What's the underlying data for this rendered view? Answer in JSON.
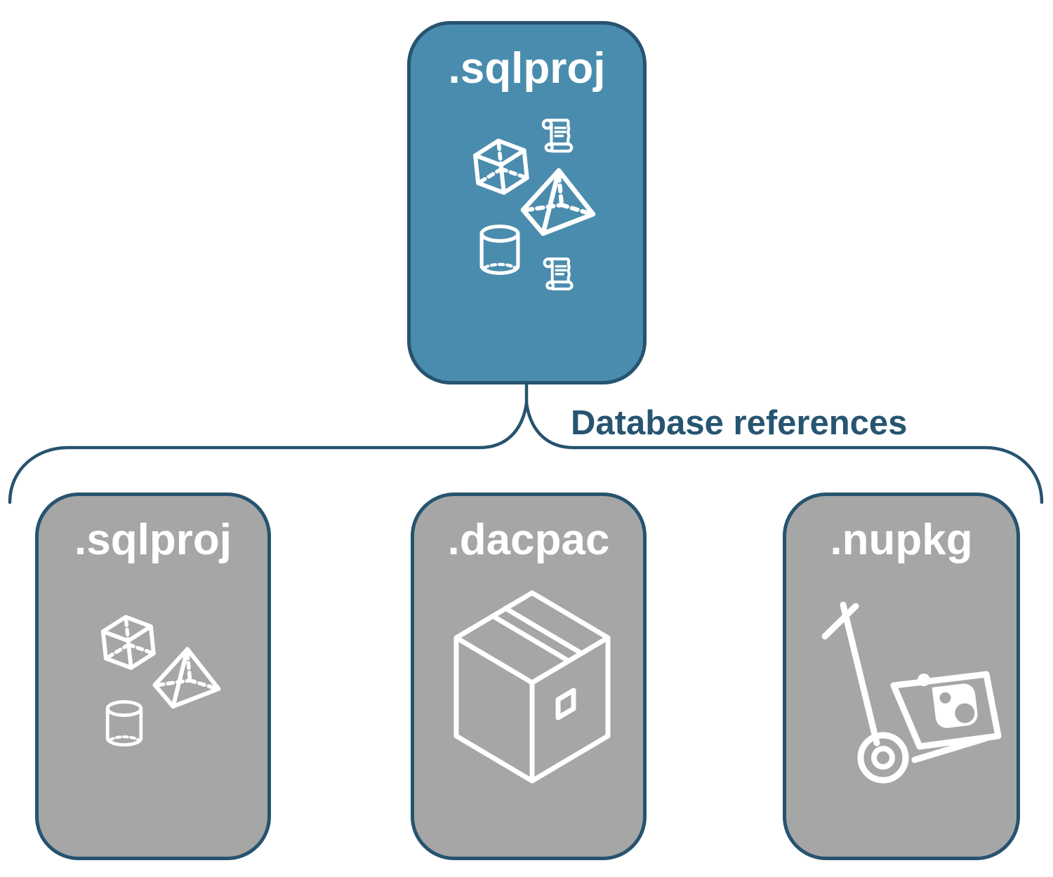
{
  "diagram": {
    "background": "#ffffff",
    "parent_card": {
      "label": ".sqlproj",
      "fill": "#4a8cad",
      "border": "#26536f",
      "text_color": "#ffffff",
      "icons": [
        "scroll-icon",
        "cube-icon",
        "pyramid-icon",
        "cylinder-icon",
        "scroll-icon"
      ]
    },
    "connector": {
      "label": "Database references",
      "line_color": "#26536f",
      "label_color": "#275571"
    },
    "child_cards": [
      {
        "label": ".sqlproj",
        "fill": "#a6a6a6",
        "border": "#26536f",
        "text_color": "#ffffff",
        "icons": [
          "cube-icon",
          "pyramid-icon",
          "cylinder-icon"
        ]
      },
      {
        "label": ".dacpac",
        "fill": "#a6a6a6",
        "border": "#26536f",
        "text_color": "#ffffff",
        "icons": [
          "package-box-icon"
        ]
      },
      {
        "label": ".nupkg",
        "fill": "#a6a6a6",
        "border": "#26536f",
        "text_color": "#ffffff",
        "icons": [
          "hand-truck-icon",
          "nuget-package-icon"
        ]
      }
    ]
  }
}
